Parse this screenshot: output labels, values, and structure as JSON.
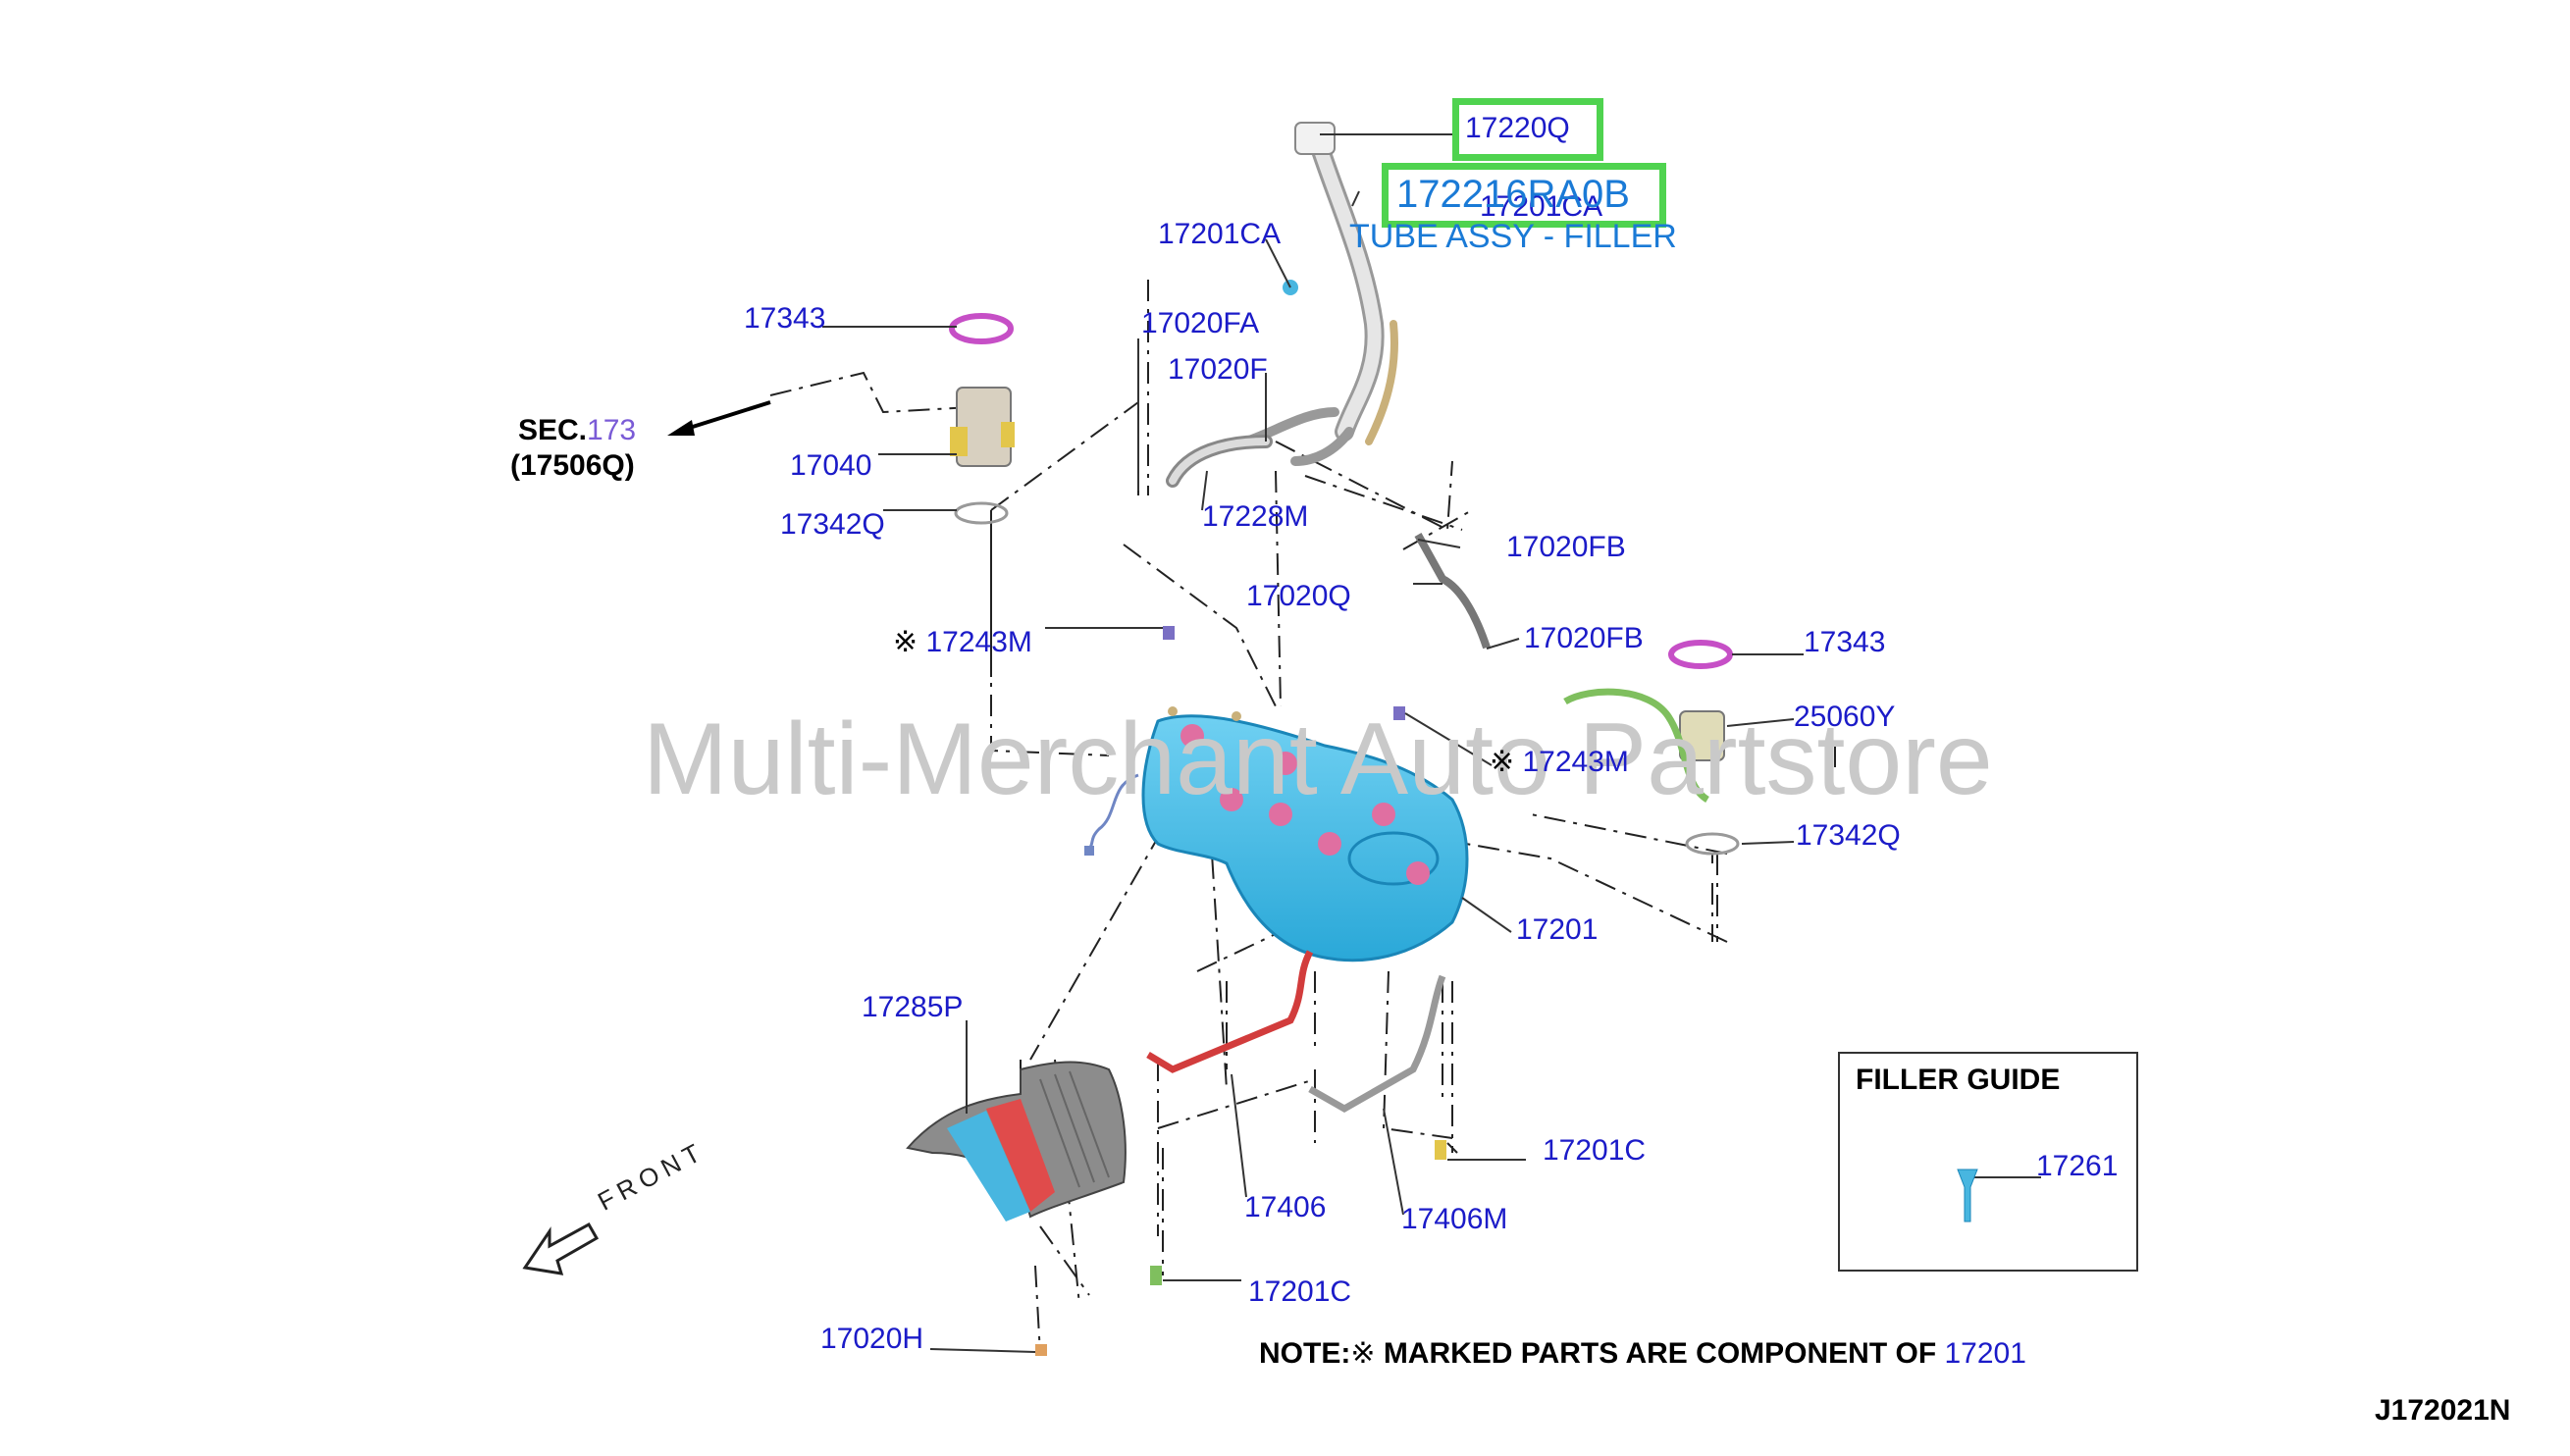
{
  "watermark": "Multi-Merchant Auto Partstore",
  "diagram_code": "J172021N",
  "highlights": {
    "top": "17220Q",
    "selected_part": "172216RA0B",
    "selected_desc": "TUBE ASSY - FILLER",
    "under_text": "17201CA"
  },
  "sec_ref": {
    "prefix": "SEC.",
    "number": "173",
    "sub": "(17506Q)"
  },
  "front_label": "FRONT",
  "filler_guide": {
    "title": "FILLER GUIDE",
    "part": "17261"
  },
  "note": {
    "prefix": "NOTE:",
    "mark": "※",
    "text": "MARKED PARTS ARE COMPONENT OF",
    "ref": "17201"
  },
  "parts": {
    "p17201CA_left": "17201CA",
    "p17343_left": "17343",
    "p17020FA": "17020FA",
    "p17020F": "17020F",
    "p17040": "17040",
    "p17228M": "17228M",
    "p17342Q_left": "17342Q",
    "p17020FB_top": "17020FB",
    "p17020Q": "17020Q",
    "p17020FB_bottom": "17020FB",
    "p17343_right": "17343",
    "p17243M_left": "17243M",
    "p25060Y": "25060Y",
    "p17243M_right": "17243M",
    "p17342Q_right": "17342Q",
    "p17201": "17201",
    "p17285P": "17285P",
    "p17201C_right": "17201C",
    "p17406": "17406",
    "p17406M": "17406M",
    "p17201C_bottom": "17201C",
    "p17020H": "17020H"
  },
  "mark_symbol": "※"
}
